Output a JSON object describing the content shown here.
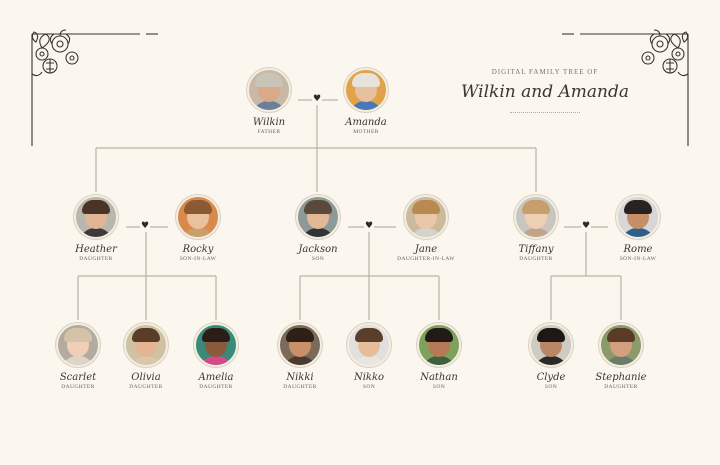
{
  "header": {
    "subtitle": "DIGITAL FAMILY TREE OF",
    "title": "Wilkin and Amanda"
  },
  "people": [
    {
      "id": "wilkin",
      "name": "Wilkin",
      "role": "FATHER",
      "skin": "#d9a988",
      "hair": "#c9c3b8",
      "shirt": "#6c7f9a",
      "bg": "#c8b8a6"
    },
    {
      "id": "amanda",
      "name": "Amanda",
      "role": "MOTHER",
      "skin": "#e7c0a0",
      "hair": "#e8e3da",
      "shirt": "#4a78b5",
      "bg": "#e0a24a"
    },
    {
      "id": "heather",
      "name": "Heather",
      "role": "DAUGHTER",
      "skin": "#e2b595",
      "hair": "#4a3426",
      "shirt": "#3c3a3a",
      "bg": "#b9b6ae"
    },
    {
      "id": "rocky",
      "name": "Rocky",
      "role": "SON-IN-LAW",
      "skin": "#e9c19d",
      "hair": "#8a5a34",
      "shirt": "#c9a06a",
      "bg": "#d98a4a"
    },
    {
      "id": "jackson",
      "name": "Jackson",
      "role": "SON",
      "skin": "#e3b896",
      "hair": "#5b4a3c",
      "shirt": "#2f3437",
      "bg": "#8e9a97"
    },
    {
      "id": "jane",
      "name": "Jane",
      "role": "DAUGHTER-IN-LAW",
      "skin": "#eac7a8",
      "hair": "#b88a52",
      "shirt": "#d6d3cc",
      "bg": "#cdb99c"
    },
    {
      "id": "tiffany",
      "name": "Tiffany",
      "role": "DAUGHTER",
      "skin": "#efcfb4",
      "hair": "#c79f6e",
      "shirt": "#c2a48c",
      "bg": "#c9c6c1"
    },
    {
      "id": "rome",
      "name": "Rome",
      "role": "SON-IN-LAW",
      "skin": "#c58e66",
      "hair": "#2a2220",
      "shirt": "#2d5f8c",
      "bg": "#d7d7d7"
    },
    {
      "id": "scarlet",
      "name": "Scarlet",
      "role": "DAUGHTER",
      "skin": "#f0cfb6",
      "hair": "#d4c3a6",
      "shirt": "#ded5c8",
      "bg": "#b3aaa0"
    },
    {
      "id": "olivia",
      "name": "Olivia",
      "role": "DAUGHTER",
      "skin": "#e3b593",
      "hair": "#5a3d29",
      "shirt": "#d9c7a9",
      "bg": "#cfc2a4"
    },
    {
      "id": "amelia",
      "name": "Amelia",
      "role": "DAUGHTER",
      "skin": "#8a5a3c",
      "hair": "#2b1d17",
      "shirt": "#d64a8a",
      "bg": "#3a8a7a"
    },
    {
      "id": "nikki",
      "name": "Nikki",
      "role": "DAUGHTER",
      "skin": "#c9906a",
      "hair": "#2e1f18",
      "shirt": "#4a3a30",
      "bg": "#7a6a5a"
    },
    {
      "id": "nikko",
      "name": "Nikko",
      "role": "SON",
      "skin": "#e6bd9b",
      "hair": "#5a3e2c",
      "shirt": "#e9e6e0",
      "bg": "#e2e0dc"
    },
    {
      "id": "nathan",
      "name": "Nathan",
      "role": "SON",
      "skin": "#b57a55",
      "hair": "#221a16",
      "shirt": "#3f5f3f",
      "bg": "#7ea15c"
    },
    {
      "id": "clyde",
      "name": "Clyde",
      "role": "SON",
      "skin": "#b98765",
      "hair": "#1f1714",
      "shirt": "#2a2a2a",
      "bg": "#cfcac2"
    },
    {
      "id": "stephanie",
      "name": "Stephanie",
      "role": "DAUGHTER",
      "skin": "#d2a07c",
      "hair": "#5b3b26",
      "shirt": "#6a7d6a",
      "bg": "#8a9a6a"
    }
  ],
  "couples": [
    {
      "id": "wilkin-amanda",
      "partners": [
        "wilkin",
        "amanda"
      ],
      "children": [
        "heather",
        "jackson",
        "tiffany"
      ]
    },
    {
      "id": "heather-rocky",
      "partners": [
        "heather",
        "rocky"
      ],
      "children": [
        "scarlet",
        "olivia",
        "amelia"
      ]
    },
    {
      "id": "jackson-jane",
      "partners": [
        "jackson",
        "jane"
      ],
      "children": [
        "nikki",
        "nikko",
        "nathan"
      ]
    },
    {
      "id": "tiffany-rome",
      "partners": [
        "tiffany",
        "rome"
      ],
      "children": [
        "clyde",
        "stephanie"
      ]
    }
  ],
  "colors": {
    "background": "#fbf7ee",
    "line": "#b9b2a6",
    "heart": "#2d2a27",
    "text": "#3a3530"
  }
}
